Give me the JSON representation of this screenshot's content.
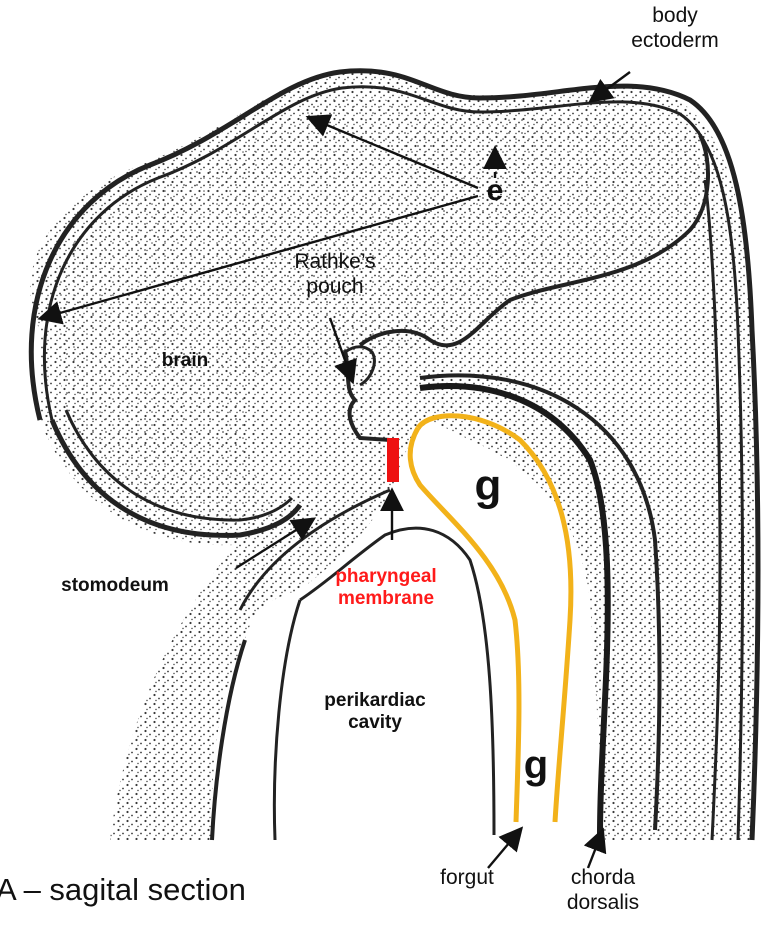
{
  "labels": {
    "body_ectoderm": [
      "body",
      "ectoderm"
    ],
    "e_marker": "e",
    "rathke": [
      "Rathke’s",
      "pouch"
    ],
    "brain": "brain",
    "stomodeum": "stomodeum",
    "pharyngeal_membrane": [
      "pharyngeal",
      "membrane"
    ],
    "g_marker": "g",
    "perikardiac_cavity": [
      "perikardiac",
      "cavity"
    ],
    "forgut": "forgut",
    "chorda_dorsalis": [
      "chorda",
      "dorsalis"
    ],
    "caption": "A – sagital section"
  },
  "colors": {
    "outline": "#222222",
    "stipple": "#3a3a3a",
    "foregut_highlight": "#f2b21a",
    "membrane_highlight": "#ee1111",
    "label_red": "#ff1a1a"
  }
}
